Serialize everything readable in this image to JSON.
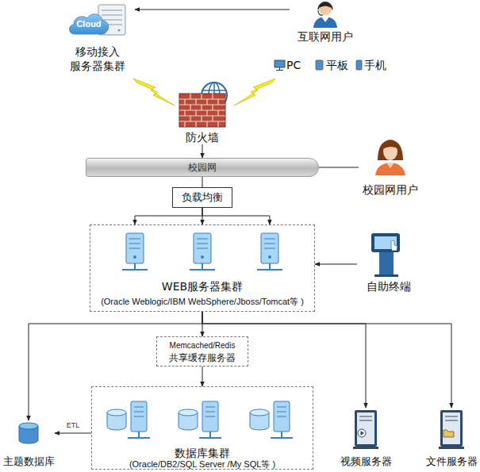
{
  "diagram": {
    "nodes": [
      {
        "text": [
          "Cloud",
          "移动接入 服务器集群"
        ]
      },
      {
        "text": [
          "互联网用户"
        ]
      },
      {
        "text": [
          "防火墙"
        ]
      },
      {
        "text": [
          "校园网"
        ]
      },
      {
        "text": [
          "校园网用户"
        ]
      },
      {
        "text": [
          "负载均衡"
        ]
      },
      {
        "text": [
          "WEB服务器集群",
          "(Oracle Weblogic/IBM WebSphere/Jboss/Tomcat等 )"
        ]
      },
      {
        "text": [
          "自助终端"
        ]
      },
      {
        "text": [
          "Memcached/Redis",
          "共享缓存服务器"
        ]
      },
      {
        "text": [
          "数据库集群",
          "(Oracle/DB2/SQL Server /My SQL等 )"
        ]
      },
      {
        "text": [
          "主题数据库"
        ]
      },
      {
        "text": [
          "视频服务器"
        ]
      },
      {
        "text": [
          "文件服务器"
        ]
      }
    ],
    "edges": [
      {
        "from": 1,
        "to": 0,
        "arrow": "to"
      },
      {
        "from": 2,
        "to": 3,
        "arrow": "to"
      },
      {
        "from": 3,
        "to": 4,
        "arrow": "none"
      },
      {
        "from": 3,
        "to": 5,
        "arrow": "none"
      },
      {
        "from": 5,
        "to": 6,
        "arrow": "to"
      },
      {
        "from": 5,
        "to": 6,
        "arrow": "to"
      },
      {
        "from": 5,
        "to": 6,
        "arrow": "to"
      },
      {
        "from": 7,
        "to": 6,
        "arrow": "to"
      },
      {
        "from": 6,
        "to": 8,
        "arrow": "to"
      },
      {
        "from": 6,
        "to": 10,
        "arrow": "to"
      },
      {
        "from": 6,
        "to": 11,
        "arrow": "to"
      },
      {
        "from": 6,
        "to": 12,
        "arrow": "to"
      },
      {
        "from": 8,
        "to": 9,
        "arrow": "to"
      },
      {
        "from": 9,
        "to": 10,
        "label": "ETL",
        "arrow": "to"
      }
    ],
    "labels": [
      "PC",
      "平板",
      "手机"
    ]
  }
}
